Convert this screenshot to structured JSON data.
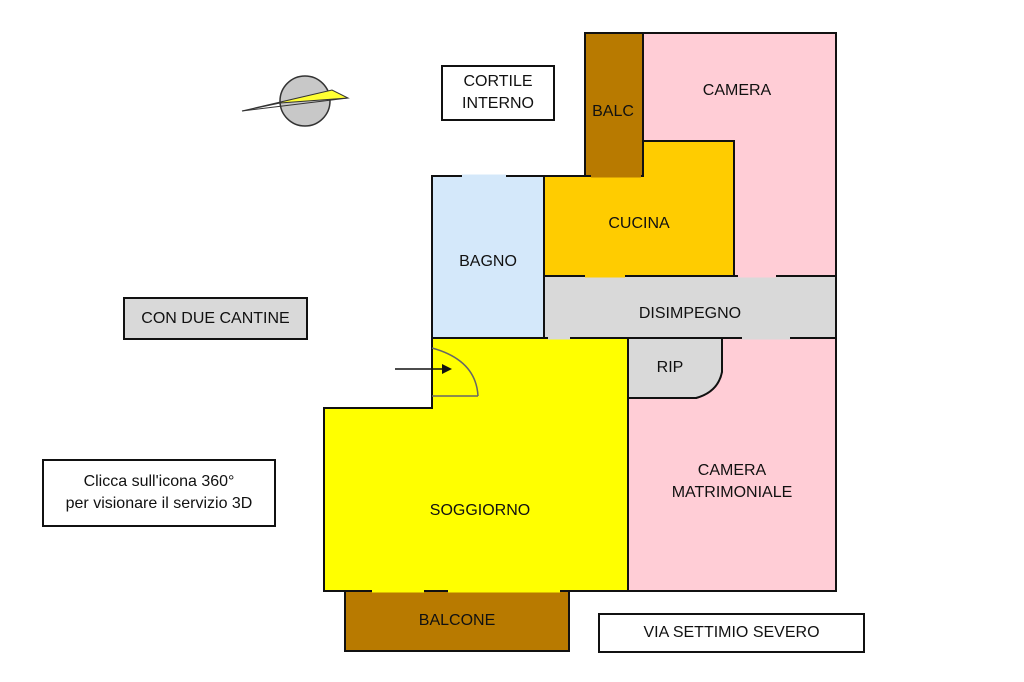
{
  "rooms": {
    "camera": "CAMERA",
    "balc": "BALC",
    "cucina": "CUCINA",
    "bagno": "BAGNO",
    "disimpegno": "DISIMPEGNO",
    "rip": "RIP",
    "camera_matrimoniale_line1": "CAMERA",
    "camera_matrimoniale_line2": "MATRIMONIALE",
    "soggiorno": "SOGGIORNO",
    "balcone": "BALCONE"
  },
  "notes": {
    "cortile_line1": "CORTILE",
    "cortile_line2": "INTERNO",
    "cantine": "CON DUE CANTINE",
    "info_line1": "Clicca sull'icona 360°",
    "info_line2": "per visionare il servizio 3D",
    "street": "VIA SETTIMIO SEVERO"
  },
  "colors": {
    "camera": "#ffcdd6",
    "balcony": "#b87a00",
    "cucina": "#ffcc00",
    "bagno": "#d4e8fa",
    "disimpegno": "#d9d9d9",
    "soggiorno": "#ffff00",
    "compass_arrow": "#ffff33",
    "compass_disc": "#c8c8c8"
  },
  "icons": {
    "compass": "north-arrow-icon",
    "entrance": "entrance-arrow-icon"
  }
}
